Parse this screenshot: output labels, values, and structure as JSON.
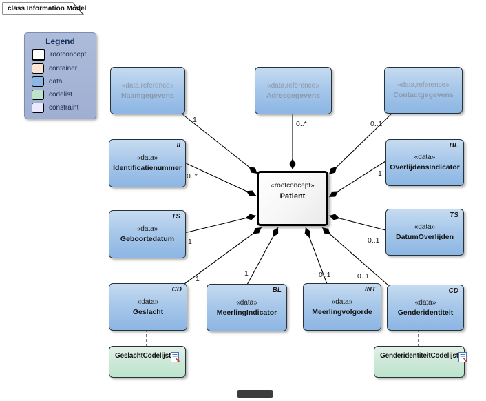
{
  "frame": {
    "title": "class Information Model"
  },
  "legend": {
    "title": "Legend",
    "items": [
      {
        "label": "rootconcept",
        "color": "#ffffff"
      },
      {
        "label": "container",
        "color": "#f9e4d5"
      },
      {
        "label": "data",
        "color": "#8cb6e4"
      },
      {
        "label": "codelist",
        "color": "#bde4cb"
      },
      {
        "label": "constraint",
        "color": "#eaeafb"
      }
    ]
  },
  "nodes": {
    "naamgegevens": {
      "stereotype": "«data,reference»",
      "name": "Naamgegevens"
    },
    "adresgegevens": {
      "stereotype": "«data,reference»",
      "name": "Adresgegevens"
    },
    "contactgegevens": {
      "stereotype": "«data,reference»",
      "name": "Contactgegevens"
    },
    "identificatienummer": {
      "stereotype": "«data»",
      "name": "Identificatienummer",
      "type_tag": "II"
    },
    "geboortedatum": {
      "stereotype": "«data»",
      "name": "Geboortedatum",
      "type_tag": "TS"
    },
    "overlijdensindicator": {
      "stereotype": "«data»",
      "name": "OverlijdensIndicator",
      "type_tag": "BL"
    },
    "datumoverlijden": {
      "stereotype": "«data»",
      "name": "DatumOverlijden",
      "type_tag": "TS"
    },
    "geslacht": {
      "stereotype": "«data»",
      "name": "Geslacht",
      "type_tag": "CD"
    },
    "meerlingindicator": {
      "stereotype": "«data»",
      "name": "MeerlingIndicator",
      "type_tag": "BL"
    },
    "meerlingvolgorde": {
      "stereotype": "«data»",
      "name": "Meerlingvolgorde",
      "type_tag": "INT"
    },
    "genderidentiteit": {
      "stereotype": "«data»",
      "name": "Genderidentiteit",
      "type_tag": "CD"
    },
    "patient": {
      "stereotype": "«rootconcept»",
      "name": "Patient"
    },
    "geslachtcodelijst": {
      "name": "GeslachtCodelijst",
      "icon": "codelist-doc-icon"
    },
    "genderidentiteitcodelijst": {
      "name": "GenderidentiteitCodelijst",
      "icon": "codelist-doc-icon"
    }
  },
  "multiplicities": {
    "naamgegevens": "1",
    "adresgegevens": "0..*",
    "contactgegevens": "0..1",
    "identificatienummer": "0..*",
    "geboortedatum": "1",
    "overlijdensindicator": "1",
    "datumoverlijden": "0..1",
    "geslacht": "1",
    "meerlingindicator": "1",
    "meerlingvolgorde": "0..1",
    "genderidentiteit": "0..1"
  },
  "colors": {
    "data_fill": "#8cb6e4",
    "codelist_fill": "#bde4cb",
    "rootconcept_fill": "#f4f4f4",
    "container_fill": "#f9e4d5",
    "constraint_fill": "#eaeafb",
    "legend_bg": "#a7b5d7",
    "connector": "#000000"
  }
}
